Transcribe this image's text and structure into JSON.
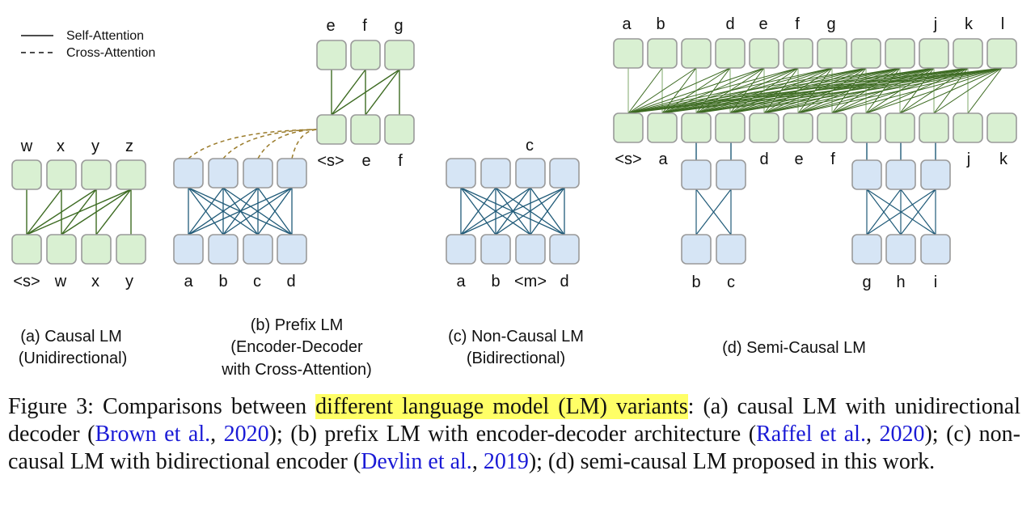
{
  "legend": {
    "self": "Self-Attention",
    "cross": "Cross-Attention"
  },
  "colors": {
    "green_fill": "#d9f0d2",
    "green_stroke": "#9a9a9a",
    "green_line": "#3d6b22",
    "blue_fill": "#d6e5f5",
    "blue_line": "#1f5a78",
    "cross_line": "#9a7b2a",
    "semi_line": "#7fa86b"
  },
  "panel_a": {
    "top_tokens": [
      "w",
      "x",
      "y",
      "z"
    ],
    "bottom_tokens": [
      "<s>",
      "w",
      "x",
      "y"
    ],
    "label_line1": "(a) Causal LM",
    "label_line2": "(Unidirectional)"
  },
  "panel_b": {
    "top_tokens": [
      "e",
      "f",
      "g"
    ],
    "mid_tokens": [
      "<s>",
      "e",
      "f"
    ],
    "bottom_tokens": [
      "a",
      "b",
      "c",
      "d"
    ],
    "label_line1": "(b) Prefix LM",
    "label_line2": "(Encoder-Decoder",
    "label_line3": "with Cross-Attention)"
  },
  "panel_c": {
    "top_token": "c",
    "bottom_tokens": [
      "a",
      "b",
      "<m>",
      "d"
    ],
    "label_line1": "(c) Non-Causal LM",
    "label_line2": "(Bidirectional)"
  },
  "panel_d": {
    "top_tokens": [
      "a",
      "b",
      "",
      "d",
      "e",
      "f",
      "g",
      "",
      "",
      "j",
      "k",
      "l"
    ],
    "mid_tokens": [
      "<s>",
      "a",
      "",
      "d",
      "e",
      "f",
      "",
      "",
      "",
      "j",
      "k"
    ],
    "enc1_tokens": [
      "b",
      "c"
    ],
    "enc2_tokens": [
      "g",
      "h",
      "i"
    ],
    "label": "(d) Semi-Causal LM"
  },
  "caption": {
    "prefix": "Figure 3: Comparisons between ",
    "highlight": "different language model (LM) variants",
    "part1": ": (a) causal LM with unidirectional decoder (",
    "cite1_authors": "Brown et al.",
    "sep1": ", ",
    "cite1_year": "2020",
    "part2": "); (b) prefix LM with encoder-decoder architecture (",
    "cite2_authors": "Raffel et al.",
    "sep2": ", ",
    "cite2_year": "2020",
    "part3": "); (c) non-causal LM with bidirectional encoder (",
    "cite3_authors": "Devlin et al.",
    "sep3": ", ",
    "cite3_year": "2019",
    "part4": "); (d) semi-causal LM proposed in this work."
  }
}
